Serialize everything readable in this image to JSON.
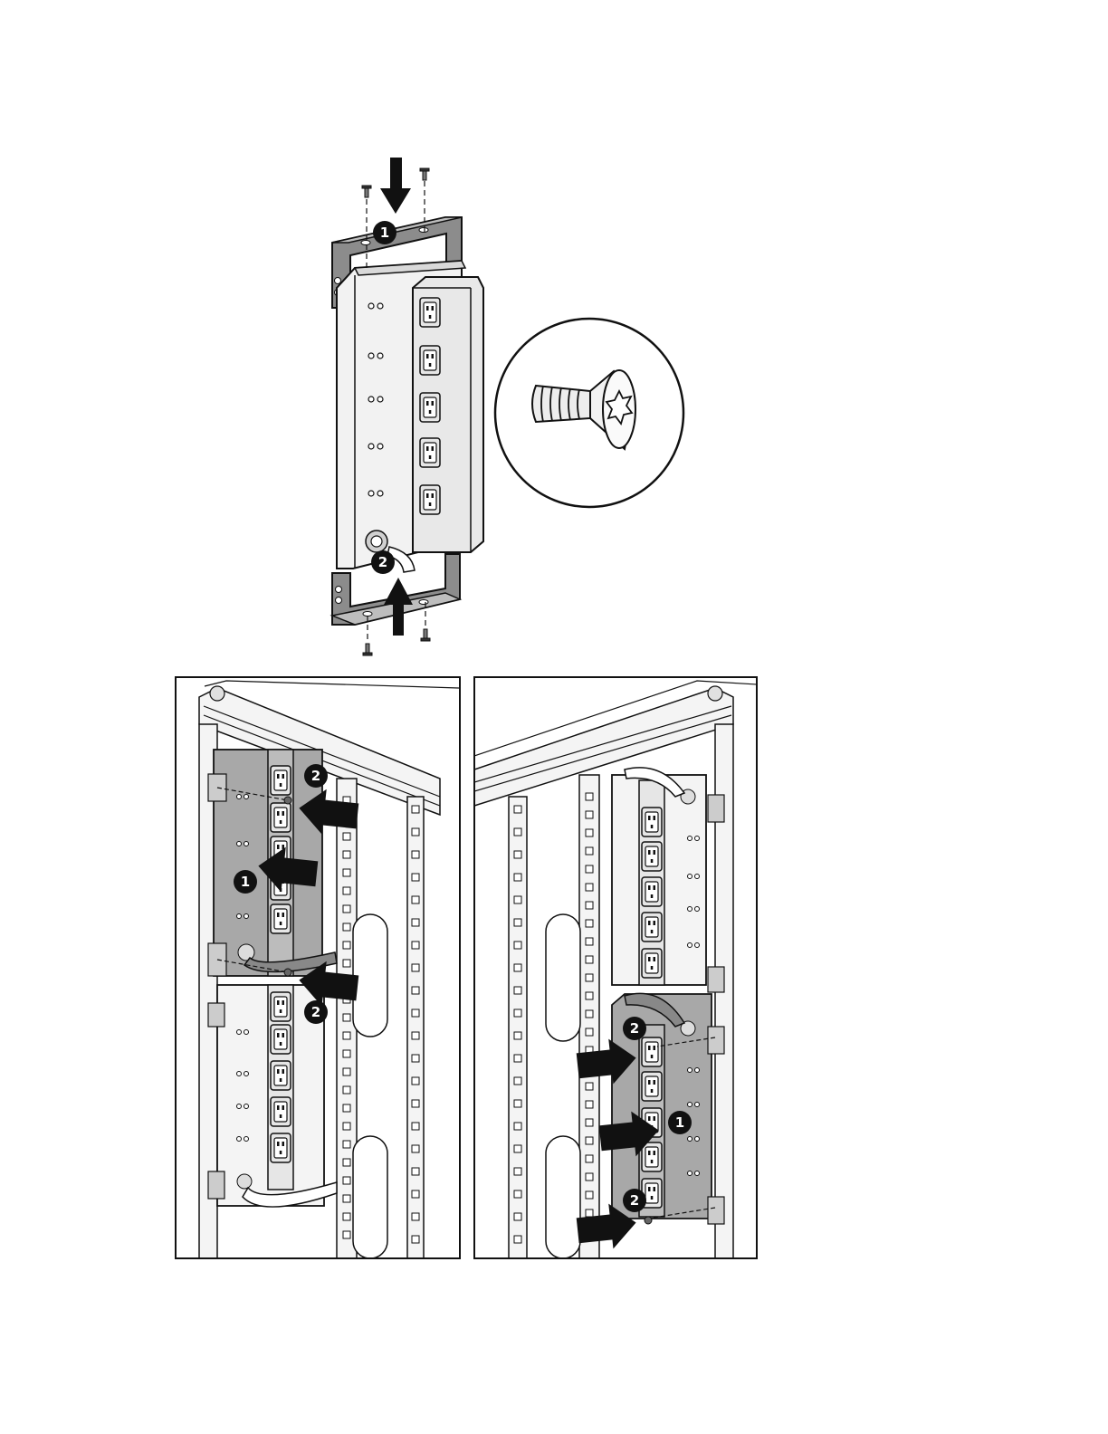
{
  "figure": {
    "top_assembly": {
      "callouts": [
        "1",
        "2"
      ],
      "outlet_count": 5,
      "detail": "screw-detail"
    },
    "left_panel": {
      "callouts": [
        "2",
        "1",
        "2"
      ],
      "outlet_count_per_pdu": 5
    },
    "right_panel": {
      "callouts": [
        "2",
        "1",
        "2"
      ],
      "outlet_count_per_pdu": 5
    },
    "colors": {
      "line": "#111111",
      "fill_light": "#f2f2f2",
      "fill_mid": "#c8c8c8",
      "fill_dark": "#8c8c8c",
      "arrow": "#111111",
      "callout_bg": "#111111"
    }
  }
}
